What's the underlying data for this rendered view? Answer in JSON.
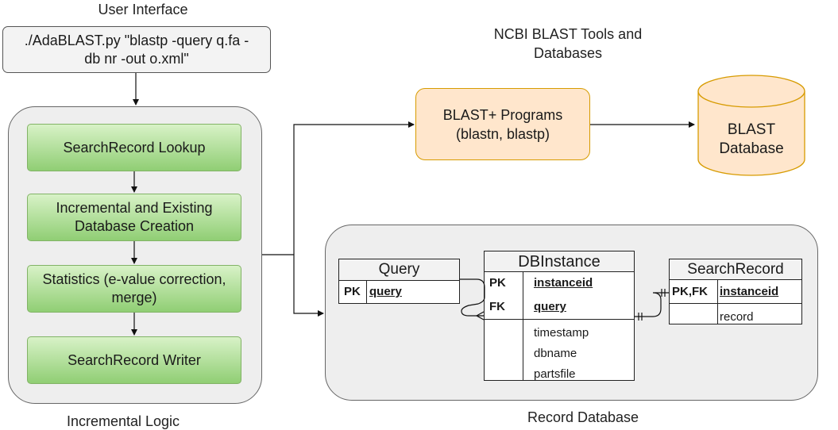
{
  "labels": {
    "user_interface": "User Interface",
    "ncbi_line1": "NCBI BLAST Tools and",
    "ncbi_line2": "Databases",
    "incremental_logic": "Incremental Logic",
    "record_database": "Record Database"
  },
  "command": {
    "line1": "./AdaBLAST.py \"blastp -query q.fa -",
    "line2": "db nr -out o.xml\""
  },
  "logic_steps": [
    {
      "line1": "SearchRecord Lookup",
      "line2": ""
    },
    {
      "line1": "Incremental and Existing",
      "line2": "Database Creation"
    },
    {
      "line1": "Statistics (e-value correction,",
      "line2": "merge)"
    },
    {
      "line1": "SearchRecord Writer",
      "line2": ""
    }
  ],
  "blast_programs": {
    "line1": "BLAST+ Programs",
    "line2": "(blastn, blastp)"
  },
  "blast_database": {
    "line1": "BLAST",
    "line2": "Database"
  },
  "tables": {
    "query": {
      "title": "Query",
      "rows": [
        {
          "key": "PK",
          "field": "query"
        }
      ]
    },
    "dbinstance": {
      "title": "DBInstance",
      "key_rows": [
        {
          "key": "PK",
          "field": "instanceid"
        },
        {
          "key": "FK",
          "field": "query"
        }
      ],
      "fields": [
        "timestamp",
        "dbname",
        "partsfile"
      ]
    },
    "searchrecord": {
      "title": "SearchRecord",
      "rows": [
        {
          "key": "PK,FK",
          "field": "instanceid"
        },
        {
          "key": "",
          "field": "record"
        }
      ]
    }
  },
  "colors": {
    "step_fill_top": "#d8f2c7",
    "step_fill_bottom": "#90ce74",
    "step_border": "#82b366",
    "program_fill": "#ffe6cc",
    "program_border": "#d79b00",
    "panel_fill": "#eeeeee"
  }
}
